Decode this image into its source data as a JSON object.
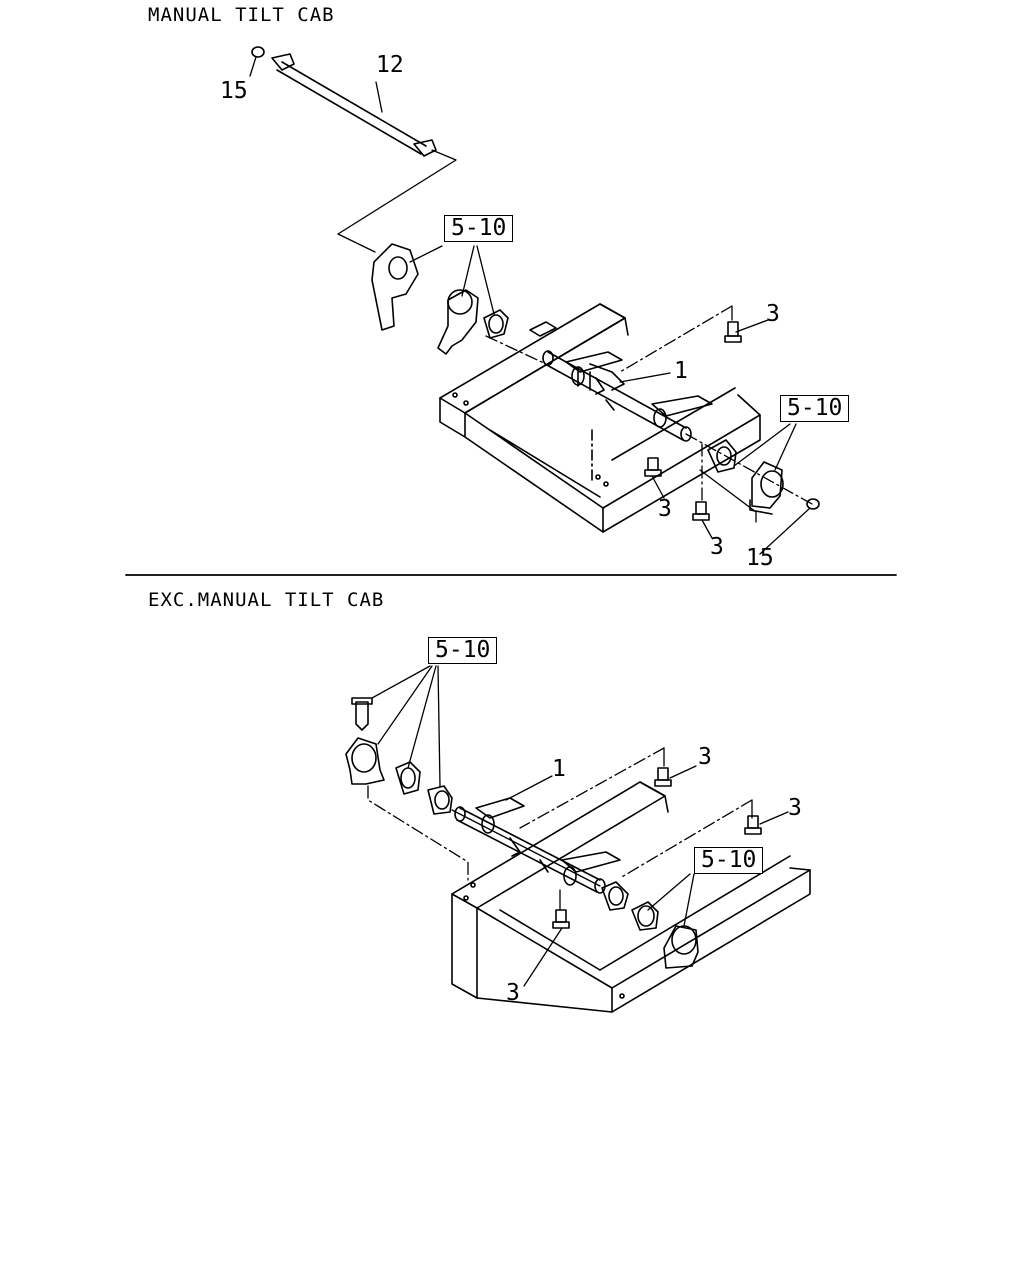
{
  "sections": [
    {
      "title": "MANUAL TILT CAB",
      "callouts": [
        "15",
        "12",
        "5-10",
        "3",
        "1",
        "5-10",
        "3",
        "3",
        "15"
      ]
    },
    {
      "title": "EXC.MANUAL TILT CAB",
      "callouts": [
        "5-10",
        "1",
        "3",
        "3",
        "5-10",
        "3"
      ]
    }
  ]
}
